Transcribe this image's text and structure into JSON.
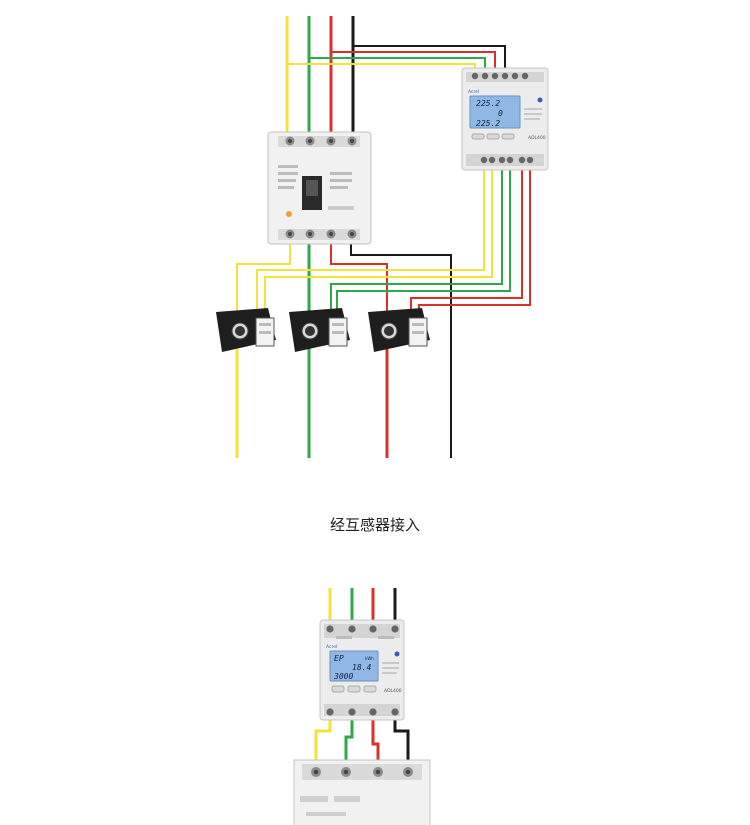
{
  "caption": "经互感器接入",
  "wire_colors": {
    "yellow": "#f2e23a",
    "green": "#2ea84a",
    "red": "#d9302b",
    "black": "#1a1a1a"
  },
  "meter_top": {
    "brand": "Acrel",
    "model": "ADL400",
    "lcd_lines": [
      "225.2",
      "0",
      "225.2"
    ]
  },
  "meter_bottom": {
    "brand": "Acrel",
    "model": "ADL400",
    "lcd_lines": [
      "EP",
      "18.4",
      "3000"
    ],
    "lcd_unit": "kWh"
  }
}
